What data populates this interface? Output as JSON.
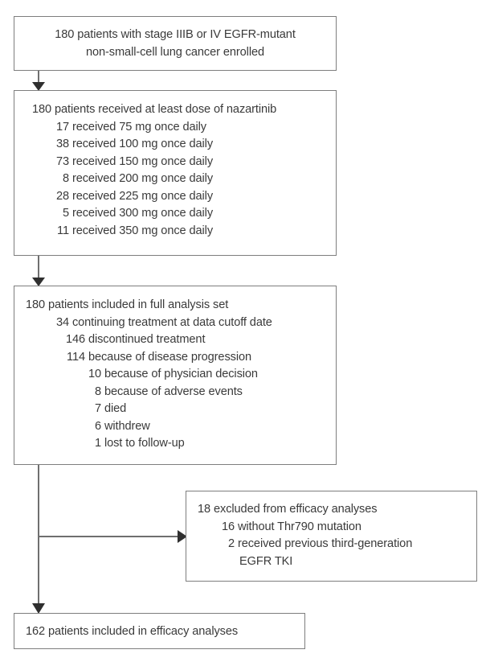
{
  "figure": {
    "type": "trial-profile-flowchart",
    "colors": {
      "box_border": "#7e7e7e",
      "connector": "#6f6f6f",
      "text": "#3a3a3a",
      "background": "#ffffff"
    }
  },
  "nodes": {
    "enrolled": {
      "line1": "180 patients with stage IIIB or IV EGFR-mutant",
      "line2": "non-small-cell lung cancer enrolled"
    },
    "dosed": {
      "header": "180 patients received at least dose of nazartinib",
      "items": [
        {
          "num": "17",
          "label": "received 75 mg once daily"
        },
        {
          "num": "38",
          "label": "received 100 mg once daily"
        },
        {
          "num": "73",
          "label": "received 150 mg once daily"
        },
        {
          "num": "8",
          "label": "received 200 mg once daily"
        },
        {
          "num": "28",
          "label": "received 225 mg once daily"
        },
        {
          "num": "5",
          "label": "received 300 mg once daily"
        },
        {
          "num": "11",
          "label": "received 350 mg once daily"
        }
      ]
    },
    "full_analysis_set": {
      "header": "180 patients included in full analysis set",
      "items": [
        {
          "num": "34",
          "label": "continuing treatment at data cutoff date",
          "indent": 1
        },
        {
          "num": "146",
          "label": "discontinued treatment",
          "indent": 2
        },
        {
          "num": "114",
          "label": "because of disease progression",
          "indent": 2
        },
        {
          "num": "10",
          "label": "because of physician decision",
          "indent": 3
        },
        {
          "num": "8",
          "label": "because of adverse events",
          "indent": 3
        },
        {
          "num": "7",
          "label": "died",
          "indent": 3
        },
        {
          "num": "6",
          "label": "withdrew",
          "indent": 3
        },
        {
          "num": "1",
          "label": "lost to follow-up",
          "indent": 3
        }
      ]
    },
    "excluded": {
      "header": "18 excluded from efficacy analyses",
      "items": [
        {
          "num": "16",
          "label": "without Thr790 mutation"
        },
        {
          "num": "2",
          "label": "received previous third-generation"
        }
      ],
      "continuation": "EGFR TKI"
    },
    "efficacy": {
      "header": "162 patients included in efficacy analyses"
    }
  },
  "connectors": [
    {
      "name": "enrolled-to-dosed",
      "from": "enrolled",
      "to": "dosed",
      "kind": "arrow-down"
    },
    {
      "name": "dosed-to-fullset",
      "from": "dosed",
      "to": "fullset",
      "kind": "arrow-down"
    },
    {
      "name": "fullset-to-excluded",
      "from": "fullset",
      "to": "excluded",
      "kind": "branch-right-arrow"
    },
    {
      "name": "fullset-to-efficacy",
      "from": "fullset",
      "to": "efficacy",
      "kind": "arrow-down"
    }
  ]
}
